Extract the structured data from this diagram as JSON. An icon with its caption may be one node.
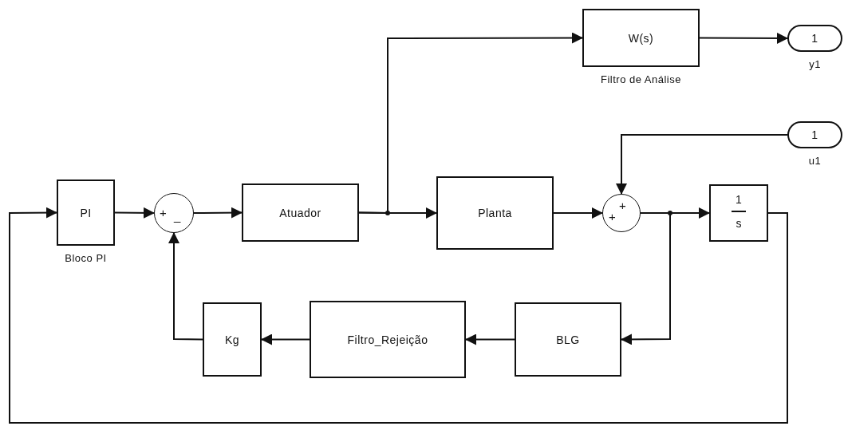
{
  "diagram": {
    "nodes": [
      {
        "text": [
          "PI"
        ],
        "beside": [
          "Bloco PI"
        ]
      },
      {
        "text": [
          "+",
          "_"
        ]
      },
      {
        "text": [
          "Atuador"
        ]
      },
      {
        "text": [
          "W(s)"
        ],
        "beside": [
          "Filtro de Análise"
        ]
      },
      {
        "text": [
          "1"
        ],
        "beside": [
          "y1"
        ]
      },
      {
        "text": [
          "1"
        ],
        "beside": [
          "u1"
        ]
      },
      {
        "text": [
          "Planta"
        ]
      },
      {
        "text": [
          "+",
          "+"
        ]
      },
      {
        "text": [
          "1",
          "s"
        ]
      },
      {
        "text": [
          "BLG"
        ]
      },
      {
        "text": [
          "Filtro_Rejeição"
        ]
      },
      {
        "text": [
          "Kg"
        ]
      }
    ],
    "edges": [
      {
        "from": 0,
        "to": 1,
        "arrow": "to"
      },
      {
        "from": 1,
        "to": 2,
        "arrow": "to"
      },
      {
        "from": 2,
        "to": 6,
        "arrow": "to"
      },
      {
        "from": 2,
        "to": 3,
        "arrow": "to"
      },
      {
        "from": 3,
        "to": 4,
        "arrow": "to"
      },
      {
        "from": 5,
        "to": 7,
        "arrow": "to"
      },
      {
        "from": 6,
        "to": 7,
        "arrow": "to"
      },
      {
        "from": 7,
        "to": 8,
        "arrow": "to"
      },
      {
        "from": 7,
        "to": 9,
        "arrow": "to"
      },
      {
        "from": 9,
        "to": 10,
        "arrow": "to"
      },
      {
        "from": 10,
        "to": 11,
        "arrow": "to"
      },
      {
        "from": 11,
        "to": 1,
        "arrow": "to"
      },
      {
        "from": 8,
        "to": 0,
        "arrow": "to"
      }
    ]
  }
}
